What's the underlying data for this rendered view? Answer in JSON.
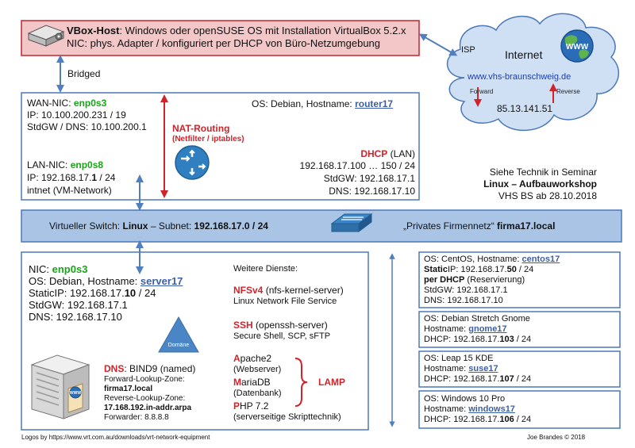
{
  "vbox": {
    "host_label": "VBox-Host",
    "host_desc": ": Windows oder openSUSE OS mit Installation VirtualBox 5.2.x",
    "nic_line": "NIC:  phys. Adapter / konfiguriert per DHCP von Büro-Netzumgebung"
  },
  "links": {
    "bridged": "Bridged",
    "isp": "ISP"
  },
  "internet": {
    "title": "Internet",
    "www": "WWW",
    "url": "www.vhs-braunschweig.de",
    "ip": "85.13.141.51",
    "forward": "Forward",
    "reverse": "Reverse"
  },
  "router": {
    "wan_label": "WAN-NIC: ",
    "wan_nic": "enp0s3",
    "wan_ip": "IP: 10.100.200.231 / 19",
    "wan_gw": "StdGW / DNS: 10.100.200.1",
    "os_prefix": "OS: Debian, Hostname: ",
    "hostname": "router17",
    "nat_title": "NAT-Routing",
    "nat_sub": "(Netfilter / iptables)",
    "lan_label": "LAN-NIC: ",
    "lan_nic": "enp0s8",
    "lan_ip_prefix": "IP: 192.168.17.",
    "lan_ip_bold": "1",
    "lan_ip_suffix": " / 24",
    "lan_net": "intnet (VM-Network)",
    "dhcp_title": "DHCP",
    "dhcp_suffix": " (LAN)",
    "dhcp_range": "192.168.17.100 … 150 / 24",
    "dhcp_gw": "StdGW: 192.168.17.1",
    "dhcp_dns": "DNS: 192.168.17.10"
  },
  "seminar": {
    "line1": "Siehe Technik in Seminar",
    "line2": "Linux – Aufbauworkshop",
    "line3": "VHS BS ab 28.10.2018"
  },
  "switch": {
    "prefix": "Virtueller Switch: ",
    "name": "Linux",
    "mid": " – Subnet: ",
    "subnet": "192.168.17.0 / 24",
    "net_prefix": "„Privates Firmennetz“ ",
    "domain": "firma17.local"
  },
  "server": {
    "nic_label": "NIC: ",
    "nic": "enp0s3",
    "os_prefix": "OS: Debian, Hostname: ",
    "hostname": "server17",
    "static_prefix": "StaticIP: 192.168.17.",
    "static_bold": "10",
    "static_suffix": " / 24",
    "gw": "StdGW: 192.168.17.1",
    "dns": "DNS: 192.168.17.10",
    "domain_tri": "Domäne",
    "dns_title": "DNS",
    "dns_val": ": BIND9 (named)",
    "fwd_zone": "Forward-Lookup-Zone:",
    "fwd_val": "firma17.local",
    "rev_zone": "Reverse-Lookup-Zone:",
    "rev_val": "17.168.192.in-addr.arpa",
    "forwarder": "Forwarder: 8.8.8.8",
    "services_title": "Weitere Dienste:",
    "nfs_title": "NFSv4",
    "nfs_val": " (nfs-kernel-server)",
    "nfs_desc": "Linux Network File Service",
    "ssh_title": "SSH",
    "ssh_val": " (openssh-server)",
    "ssh_desc": "Secure Shell, SCP, sFTP",
    "apache_letter": "A",
    "apache_rest": "pache2",
    "apache_desc": "(Webserver)",
    "maria_letter": "M",
    "maria_rest": "ariaDB",
    "maria_desc": "(Datenbank)",
    "php_letter": "P",
    "php_rest": "HP 7.2",
    "php_desc": "(serverseitige Skripttechnik)",
    "lamp": "LAMP"
  },
  "clients": [
    {
      "l1_prefix": "OS: CentOS, Hostname: ",
      "host": "centos17",
      "l2a": "Static",
      "l2b": "IP: 192.168.17.",
      "l2c": "50",
      "l2d": " / 24",
      "l3a": "per DHCP",
      "l3b": " (Reservierung)",
      "l4": "StdGW: 192.168.17.1",
      "l5": "DNS: 192.168.17.10"
    },
    {
      "l1": "OS: Debian Stretch Gnome",
      "host_prefix": "Hostname: ",
      "host": "gnome17",
      "dhcp_prefix": "DHCP: 192.168.17.",
      "dhcp_bold": "103",
      "dhcp_suffix": " / 24"
    },
    {
      "l1": "OS: Leap 15 KDE",
      "host_prefix": "Hostname: ",
      "host": "suse17",
      "dhcp_prefix": "DHCP: 192.168.17.",
      "dhcp_bold": "107",
      "dhcp_suffix": " / 24"
    },
    {
      "l1": "OS: Windows 10 Pro",
      "host_prefix": "Hostname: ",
      "host": "windows17",
      "dhcp_prefix": "DHCP: 192.168.17.",
      "dhcp_bold": "106",
      "dhcp_suffix": " / 24"
    }
  ],
  "footer": {
    "logos": "Logos by https://www.vrt.com.au/downloads/vrt-network-equipment",
    "copyright": "Joe Brandes © 2018"
  },
  "colors": {
    "vbox_fill": "#f3c6c8",
    "vbox_border": "#c0272d",
    "box_border": "#4a78b8",
    "switch_fill": "#a9c4e4",
    "cloud_fill": "#cfe0f5",
    "arrow_blue": "#4f7fbf",
    "red": "#d0232a",
    "green": "#1aa31a"
  },
  "icons": [
    "server-appliance-icon",
    "globe-www-icon",
    "router-icon",
    "switch-icon",
    "server-tower-icon",
    "domain-triangle-icon"
  ]
}
